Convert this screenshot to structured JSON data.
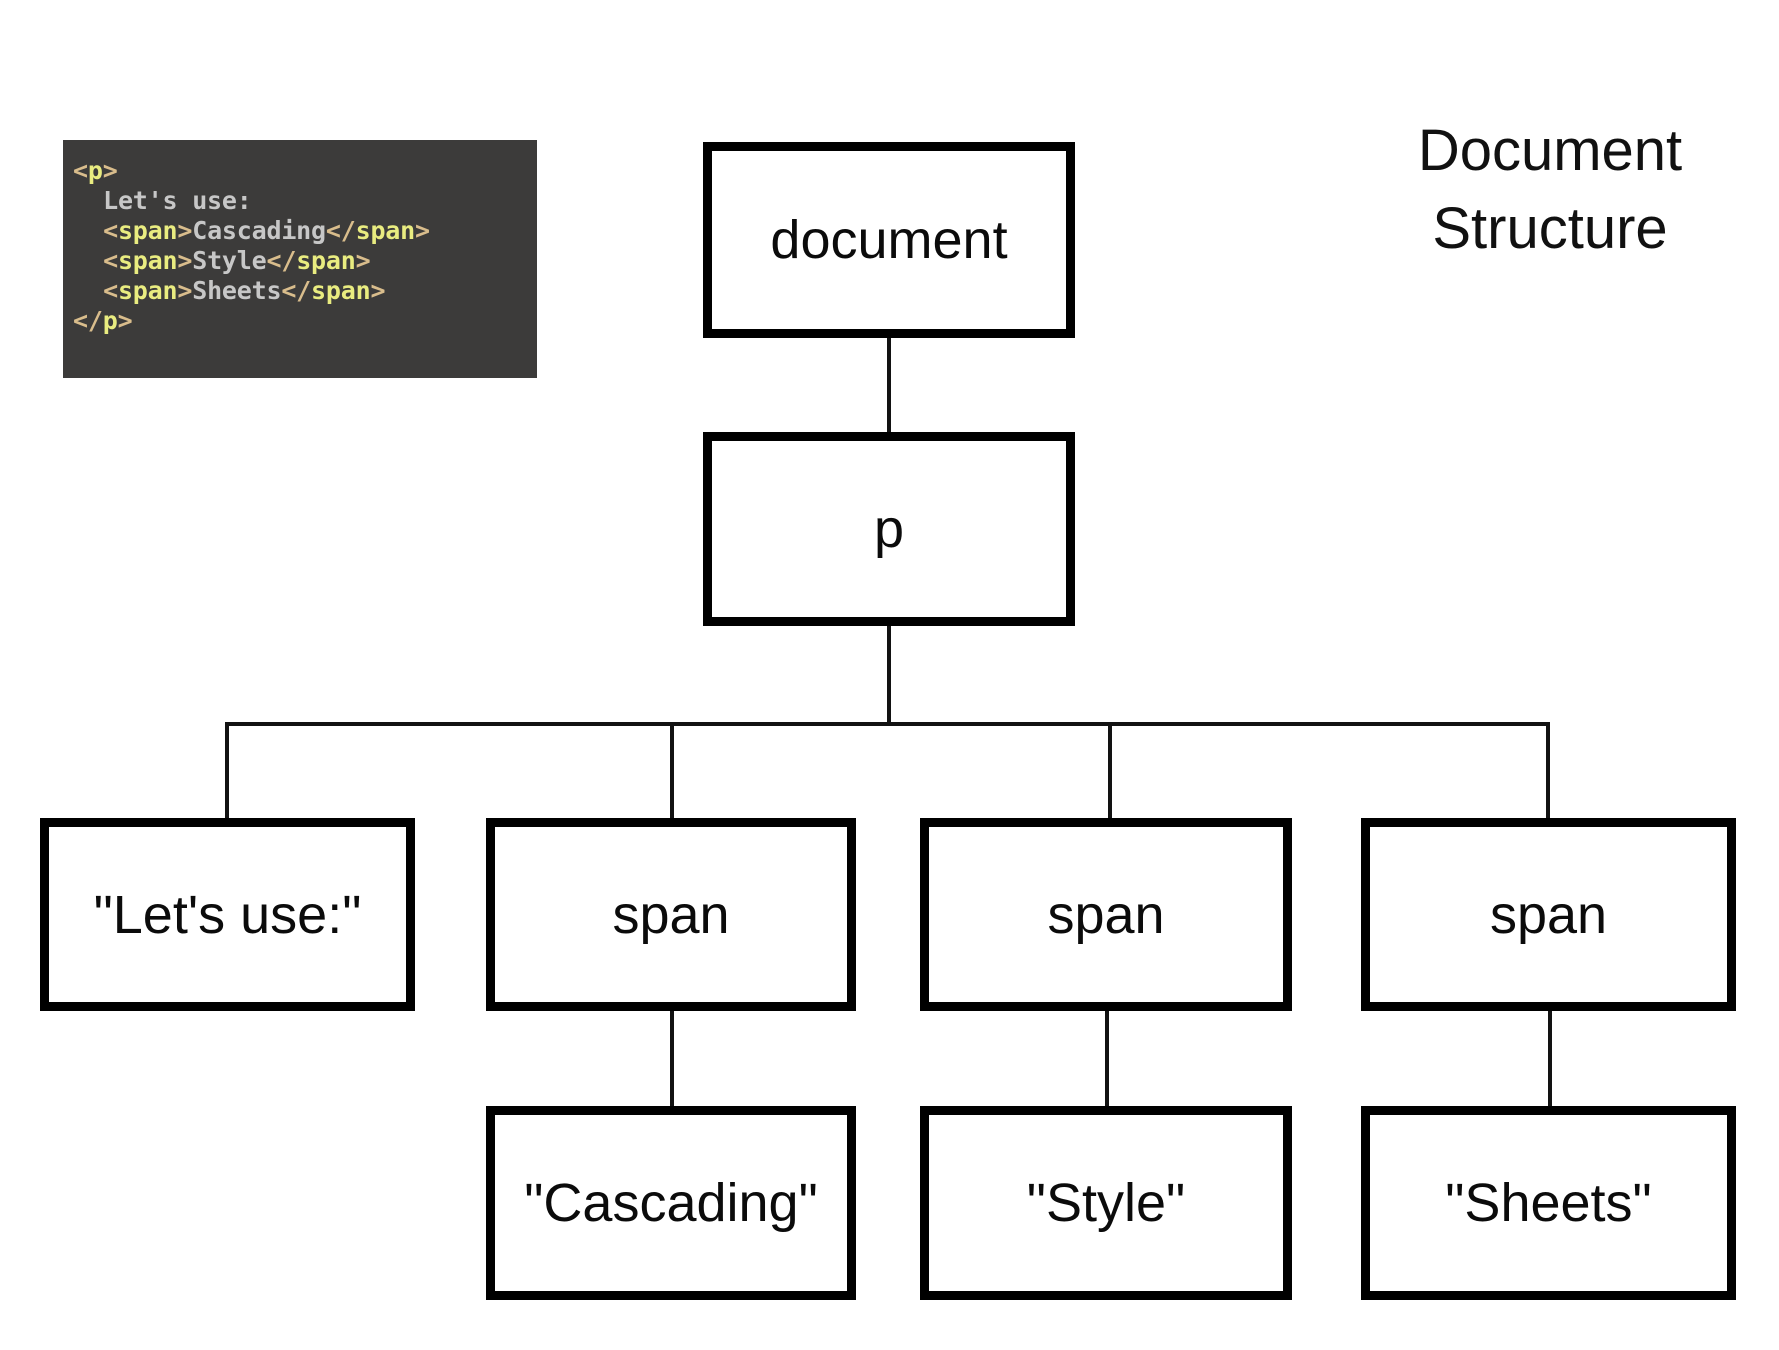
{
  "heading": {
    "line1": "Document",
    "line2": "Structure"
  },
  "code_snippet": {
    "language": "html",
    "background_color": "#3c3b3a",
    "colors": {
      "bracket": "#d9bd8c",
      "tag": "#e9ec80",
      "text": "#c7c7c7"
    },
    "lines": [
      {
        "id": "line-open-p",
        "tokens": [
          {
            "t": "bracket",
            "v": "<"
          },
          {
            "t": "tag",
            "v": "p"
          },
          {
            "t": "bracket",
            "v": ">"
          }
        ]
      },
      {
        "id": "line-text",
        "tokens": [
          {
            "t": "indent",
            "v": "  "
          },
          {
            "t": "text",
            "v": "Let's use:"
          }
        ]
      },
      {
        "id": "line-span-cascading",
        "tokens": [
          {
            "t": "indent",
            "v": "  "
          },
          {
            "t": "bracket",
            "v": "<"
          },
          {
            "t": "tag",
            "v": "span"
          },
          {
            "t": "bracket",
            "v": ">"
          },
          {
            "t": "text",
            "v": "Cascading"
          },
          {
            "t": "bracket",
            "v": "</"
          },
          {
            "t": "tag",
            "v": "span"
          },
          {
            "t": "bracket",
            "v": ">"
          }
        ]
      },
      {
        "id": "line-span-style",
        "tokens": [
          {
            "t": "indent",
            "v": "  "
          },
          {
            "t": "bracket",
            "v": "<"
          },
          {
            "t": "tag",
            "v": "span"
          },
          {
            "t": "bracket",
            "v": ">"
          },
          {
            "t": "text",
            "v": "Style"
          },
          {
            "t": "bracket",
            "v": "</"
          },
          {
            "t": "tag",
            "v": "span"
          },
          {
            "t": "bracket",
            "v": ">"
          }
        ]
      },
      {
        "id": "line-span-sheets",
        "tokens": [
          {
            "t": "indent",
            "v": "  "
          },
          {
            "t": "bracket",
            "v": "<"
          },
          {
            "t": "tag",
            "v": "span"
          },
          {
            "t": "bracket",
            "v": ">"
          },
          {
            "t": "text",
            "v": "Sheets"
          },
          {
            "t": "bracket",
            "v": "</"
          },
          {
            "t": "tag",
            "v": "span"
          },
          {
            "t": "bracket",
            "v": ">"
          }
        ]
      },
      {
        "id": "line-close-p",
        "tokens": [
          {
            "t": "bracket",
            "v": "</"
          },
          {
            "t": "tag",
            "v": "p"
          },
          {
            "t": "bracket",
            "v": ">"
          }
        ]
      }
    ]
  },
  "tree": {
    "nodes": {
      "document": {
        "label": "document"
      },
      "p": {
        "label": "p"
      },
      "text_letsuse": {
        "label": "\"Let's use:\""
      },
      "span_1": {
        "label": "span"
      },
      "span_2": {
        "label": "span"
      },
      "span_3": {
        "label": "span"
      },
      "text_cascading": {
        "label": "\"Cascading\""
      },
      "text_style": {
        "label": "\"Style\""
      },
      "text_sheets": {
        "label": "\"Sheets\""
      }
    },
    "edges": [
      {
        "from": "document",
        "to": "p"
      },
      {
        "from": "p",
        "to": "text_letsuse"
      },
      {
        "from": "p",
        "to": "span_1"
      },
      {
        "from": "p",
        "to": "span_2"
      },
      {
        "from": "p",
        "to": "span_3"
      },
      {
        "from": "span_1",
        "to": "text_cascading"
      },
      {
        "from": "span_2",
        "to": "text_style"
      },
      {
        "from": "span_3",
        "to": "text_sheets"
      }
    ]
  },
  "style": {
    "page_background": "#ffffff",
    "box_border_color": "#000000",
    "box_fill": "#ffffff",
    "connector_color": "#121212",
    "text_color": "#0b0b0b"
  }
}
